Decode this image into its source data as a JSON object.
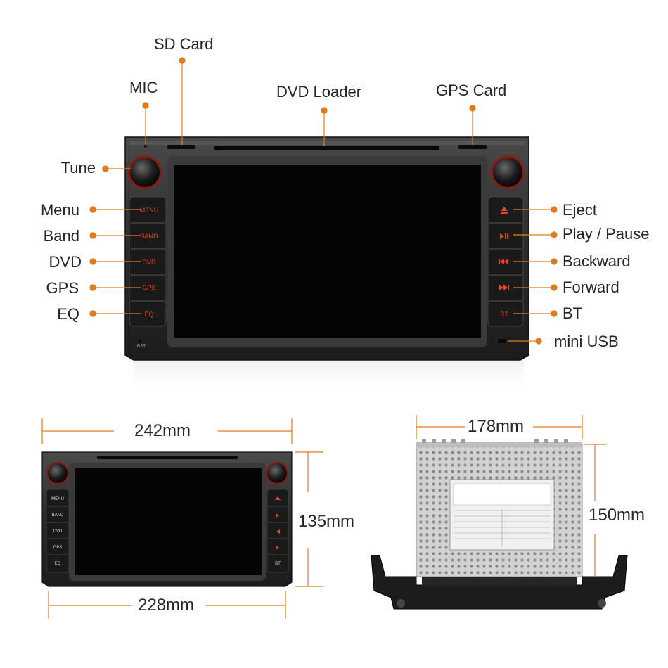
{
  "callouts": {
    "top": {
      "sd_card": "SD Card",
      "mic": "MIC",
      "dvd_loader": "DVD Loader",
      "gps_card": "GPS Card"
    },
    "left": {
      "tune": "Tune",
      "menu": "Menu",
      "band": "Band",
      "dvd": "DVD",
      "gps": "GPS",
      "eq": "EQ"
    },
    "right": {
      "eject": "Eject",
      "play_pause": "Play / Pause",
      "backward": "Backward",
      "forward": "Forward",
      "bt": "BT",
      "mini_usb": "mini USB"
    }
  },
  "unit_buttons": {
    "left": [
      "MENU",
      "BAND",
      "DVD",
      "GPS",
      "EQ"
    ],
    "right_bt": "BT",
    "rst": "RST"
  },
  "dimensions": {
    "front_width": "242mm",
    "front_height": "135mm",
    "front_inner_width": "228mm",
    "rear_width": "178mm",
    "rear_height": "150mm"
  },
  "colors": {
    "accent": "#e07b22",
    "bezel": "#2c2c2c",
    "screen": "#050505",
    "button_text": "#e0472f",
    "chassis": "#cfcfcf"
  }
}
